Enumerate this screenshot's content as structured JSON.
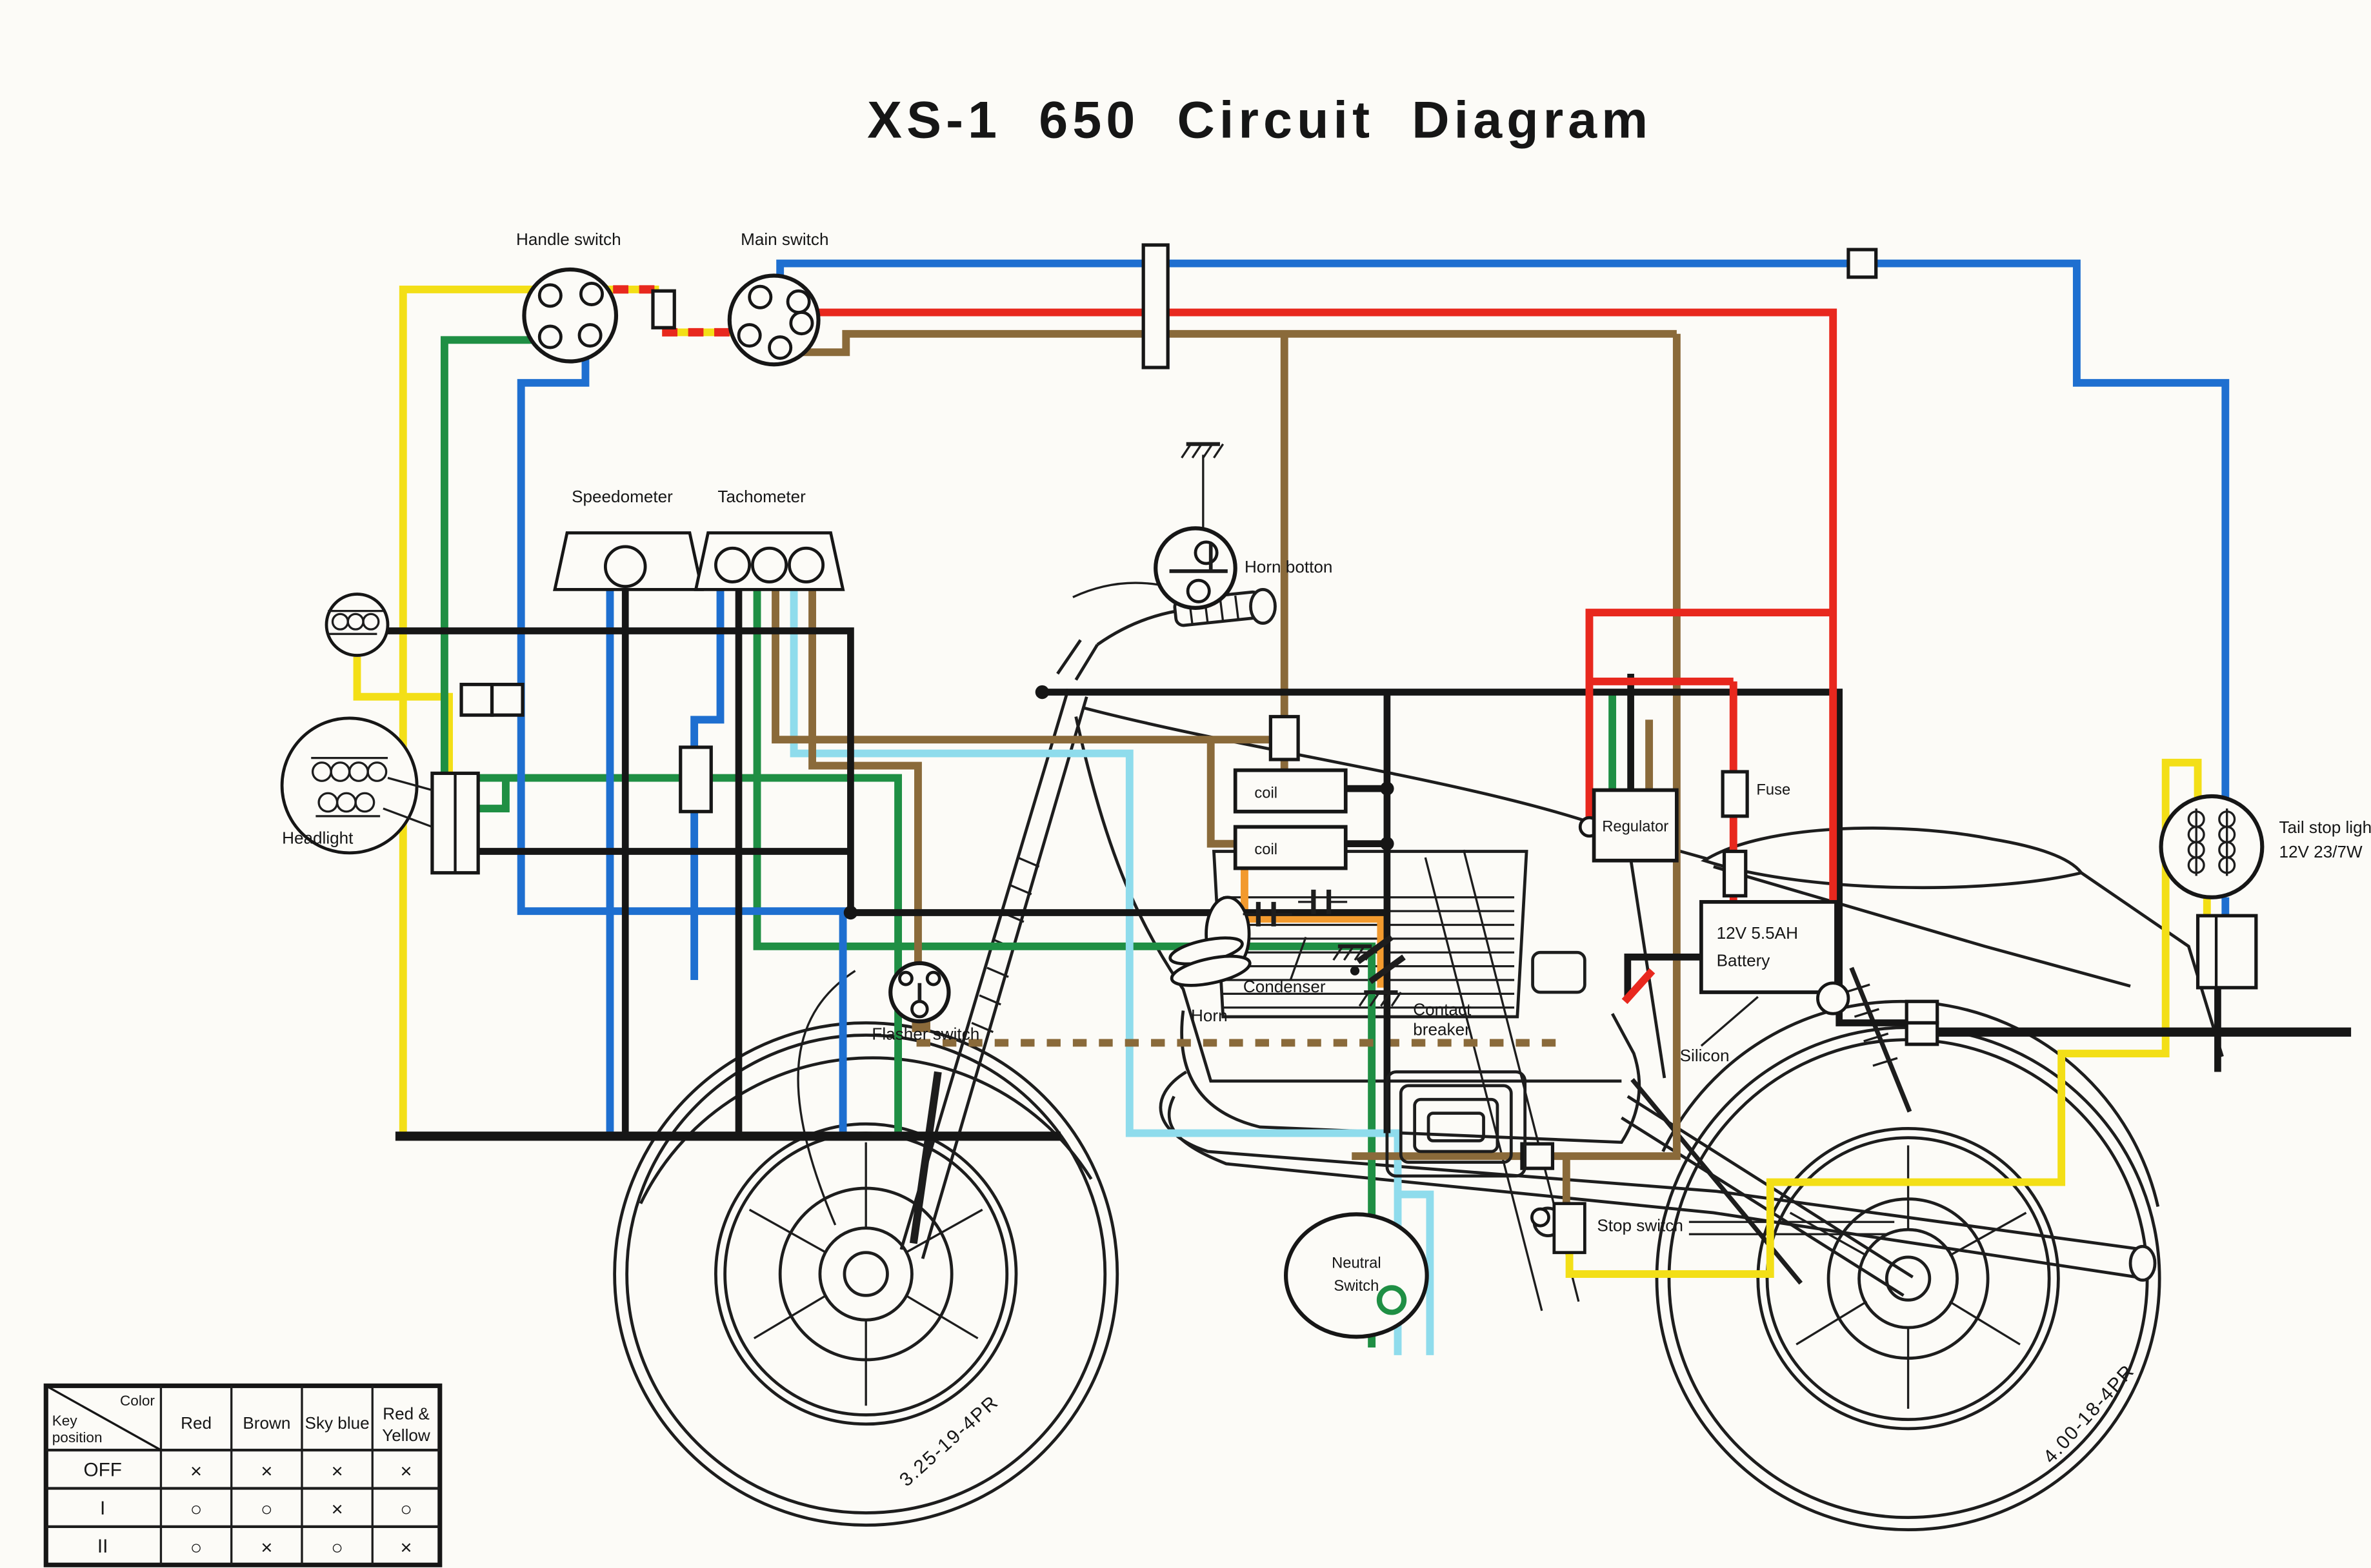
{
  "title": "XS-1 650 Circuit Diagram",
  "labels": {
    "handle_switch": "Handle switch",
    "main_switch": "Main switch",
    "speedometer": "Speedometer",
    "tachometer": "Tachometer",
    "horn_button": "Horn botton",
    "headlight": "Headlight",
    "flasher_switch": "Flasher switch",
    "horn": "Horn",
    "condenser": "Condenser",
    "contact_breaker_line1": "Contact",
    "contact_breaker_line2": "breaker",
    "coil_top": "coil",
    "coil_bottom": "coil",
    "regulator": "Regulator",
    "fuse": "Fuse",
    "battery_line1": "12V 5.5AH",
    "battery_line2": "Battery",
    "silicon": "Silicon",
    "tail_light_line1": "Tail stop light",
    "tail_light_line2": "12V 23/7W",
    "neutral_switch_line1": "Neutral",
    "neutral_switch_line2": "Switch",
    "stop_switch": "Stop switch",
    "front_tire": "3.25-19-4PR",
    "rear_tire": "4.00-18-4PR"
  },
  "key_table": {
    "corner_color": "Color",
    "corner_key_line1": "Key",
    "corner_key_line2": "position",
    "col_red": "Red",
    "col_brown": "Brown",
    "col_sky_blue": "Sky blue",
    "col_red_yellow_line1": "Red &",
    "col_red_yellow_line2": "Yellow",
    "rows": [
      {
        "key": "OFF",
        "cells": [
          "×",
          "×",
          "×",
          "×"
        ]
      },
      {
        "key": "I",
        "cells": [
          "○",
          "○",
          "×",
          "○"
        ]
      },
      {
        "key": "II",
        "cells": [
          "○",
          "×",
          "○",
          "×"
        ]
      }
    ]
  },
  "wire_colors": {
    "red": "#e8281e",
    "brown": "#8a6a3a",
    "sky_blue": "#8fdcec",
    "yellow": "#f3df17",
    "green": "#1f8f44",
    "blue": "#1e6fd0",
    "orange": "#f29a2e",
    "black": "#161616"
  }
}
